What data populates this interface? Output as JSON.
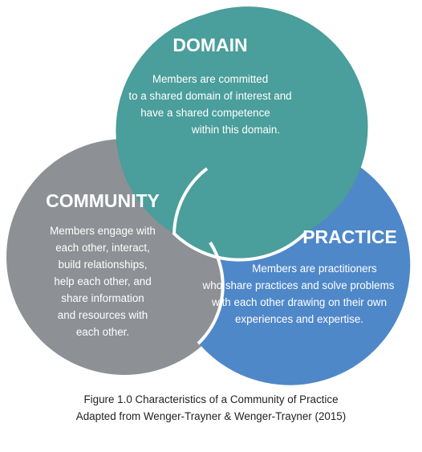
{
  "colors": {
    "domain": "#4a9e9b",
    "community": "#8d9094",
    "practice": "#4f88c9"
  },
  "domain": {
    "title": "DOMAIN",
    "lines": [
      "Members are committed",
      "to a shared domain of interest and",
      "have a shared competence",
      "within this domain."
    ]
  },
  "community": {
    "title": "COMMUNITY",
    "lines": [
      "Members engage with",
      "each other, interact,",
      "build relationships,",
      "help each other, and",
      "share information",
      "and resources with",
      "each other."
    ]
  },
  "practice": {
    "title": "PRACTICE",
    "lines": [
      "Members are practitioners",
      "who share practices and solve problems",
      "with each other drawing on their own",
      "experiences and expertise."
    ]
  },
  "caption": {
    "line1": "Figure 1.0 Characteristics of a Community of Practice",
    "line2": "Adapted from Wenger-Trayner & Wenger-Trayner (2015)"
  }
}
